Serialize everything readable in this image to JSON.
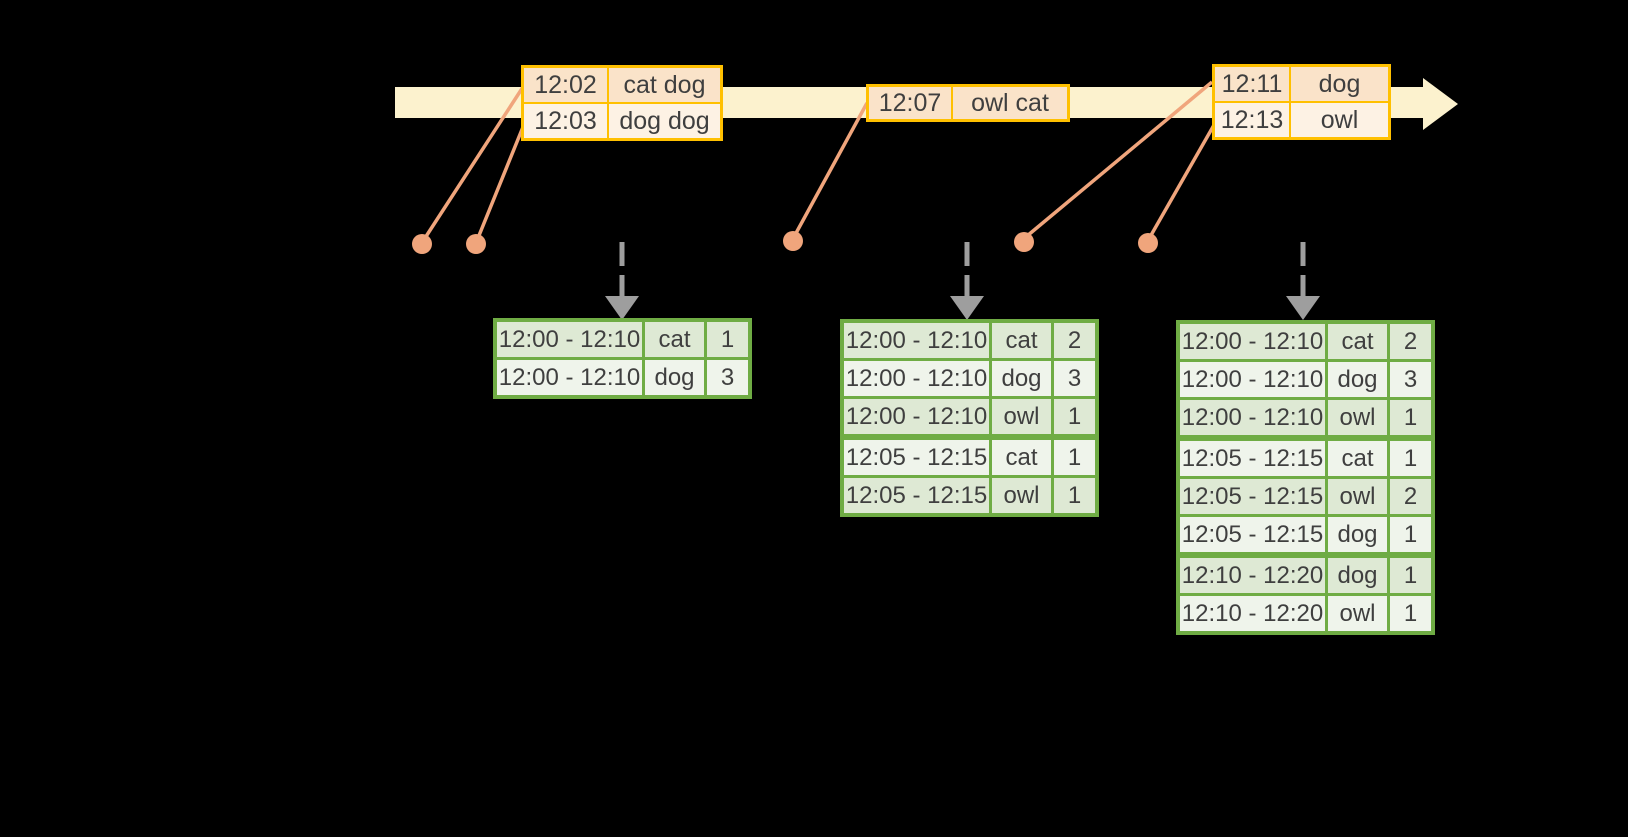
{
  "timeline": {
    "event_tables": [
      {
        "rows": [
          {
            "time": "12:02",
            "words": "cat dog"
          },
          {
            "time": "12:03",
            "words": "dog dog"
          }
        ]
      },
      {
        "rows": [
          {
            "time": "12:07",
            "words": "owl cat"
          }
        ]
      },
      {
        "rows": [
          {
            "time": "12:11",
            "words": "dog"
          },
          {
            "time": "12:13",
            "words": "owl"
          }
        ]
      }
    ]
  },
  "result_tables": [
    {
      "rows": [
        {
          "window": "12:00 - 12:10",
          "word": "cat",
          "count": "1"
        },
        {
          "window": "12:00 - 12:10",
          "word": "dog",
          "count": "3"
        }
      ]
    },
    {
      "rows": [
        {
          "window": "12:00 - 12:10",
          "word": "cat",
          "count": "2"
        },
        {
          "window": "12:00 - 12:10",
          "word": "dog",
          "count": "3"
        },
        {
          "window": "12:00 - 12:10",
          "word": "owl",
          "count": "1"
        },
        {
          "window": "12:05 - 12:15",
          "word": "cat",
          "count": "1",
          "new_group": true
        },
        {
          "window": "12:05 - 12:15",
          "word": "owl",
          "count": "1"
        }
      ]
    },
    {
      "rows": [
        {
          "window": "12:00 - 12:10",
          "word": "cat",
          "count": "2"
        },
        {
          "window": "12:00 - 12:10",
          "word": "dog",
          "count": "3"
        },
        {
          "window": "12:00 - 12:10",
          "word": "owl",
          "count": "1"
        },
        {
          "window": "12:05 - 12:15",
          "word": "cat",
          "count": "1",
          "new_group": true
        },
        {
          "window": "12:05 - 12:15",
          "word": "owl",
          "count": "2"
        },
        {
          "window": "12:05 - 12:15",
          "word": "dog",
          "count": "1"
        },
        {
          "window": "12:10 - 12:20",
          "word": "dog",
          "count": "1",
          "new_group": true
        },
        {
          "window": "12:10 - 12:20",
          "word": "owl",
          "count": "1"
        }
      ]
    }
  ],
  "colors": {
    "bg": "#000000",
    "band": "#FCF2CE",
    "gold": "#FFC000",
    "event-odd": "#FAE3C9",
    "event-even": "#FDF2E4",
    "orange": "#F0A57C",
    "green": "#6FAC44",
    "green-odd": "#DEE9D4",
    "green-even": "#EFF4EB",
    "gray": "#9E9E9E",
    "text": "#3F3F3F"
  }
}
